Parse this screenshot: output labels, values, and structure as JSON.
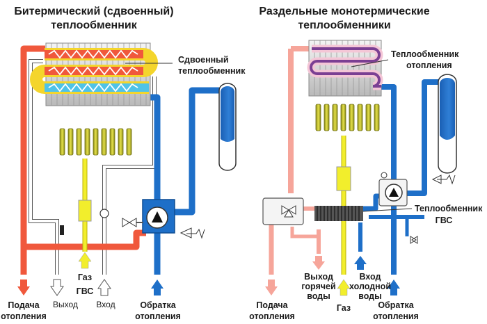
{
  "left_diagram": {
    "title_line1": "Битермический (сдвоенный)",
    "title_line2": "теплообменник",
    "callout_line1": "Сдвоенный",
    "callout_line2": "теплообменник",
    "labels": {
      "supply_1": "Подача",
      "supply_2": "отопления",
      "dhw_out": "Выход",
      "gas_1": "Газ",
      "gas_2": "ГВС",
      "dhw_in": "Вход",
      "return_1": "Обратка",
      "return_2": "отопления"
    }
  },
  "right_diagram": {
    "title_line1": "Раздельные монотермические",
    "title_line2": "теплообменники",
    "callout_heat_1": "Теплообменник",
    "callout_heat_2": "отопления",
    "callout_dhw_1": "Теплообменник",
    "callout_dhw_2": "ГВС",
    "labels": {
      "supply_1": "Подача",
      "supply_2": "отопления",
      "hot_out_1": "Выход",
      "hot_out_2": "горячей",
      "hot_out_3": "воды",
      "gas": "Газ",
      "cold_in_1": "Вход",
      "cold_in_2": "холодной",
      "cold_in_3": "воды",
      "return_1": "Обратка",
      "return_2": "отопления"
    }
  },
  "colors": {
    "supply_red": "#f0583c",
    "return_blue": "#1e6fc8",
    "gas_yellow": "#f2ee2c",
    "hot_pink": "#f6a59a",
    "cold_white": "#ffffff",
    "outline": "#333333"
  }
}
